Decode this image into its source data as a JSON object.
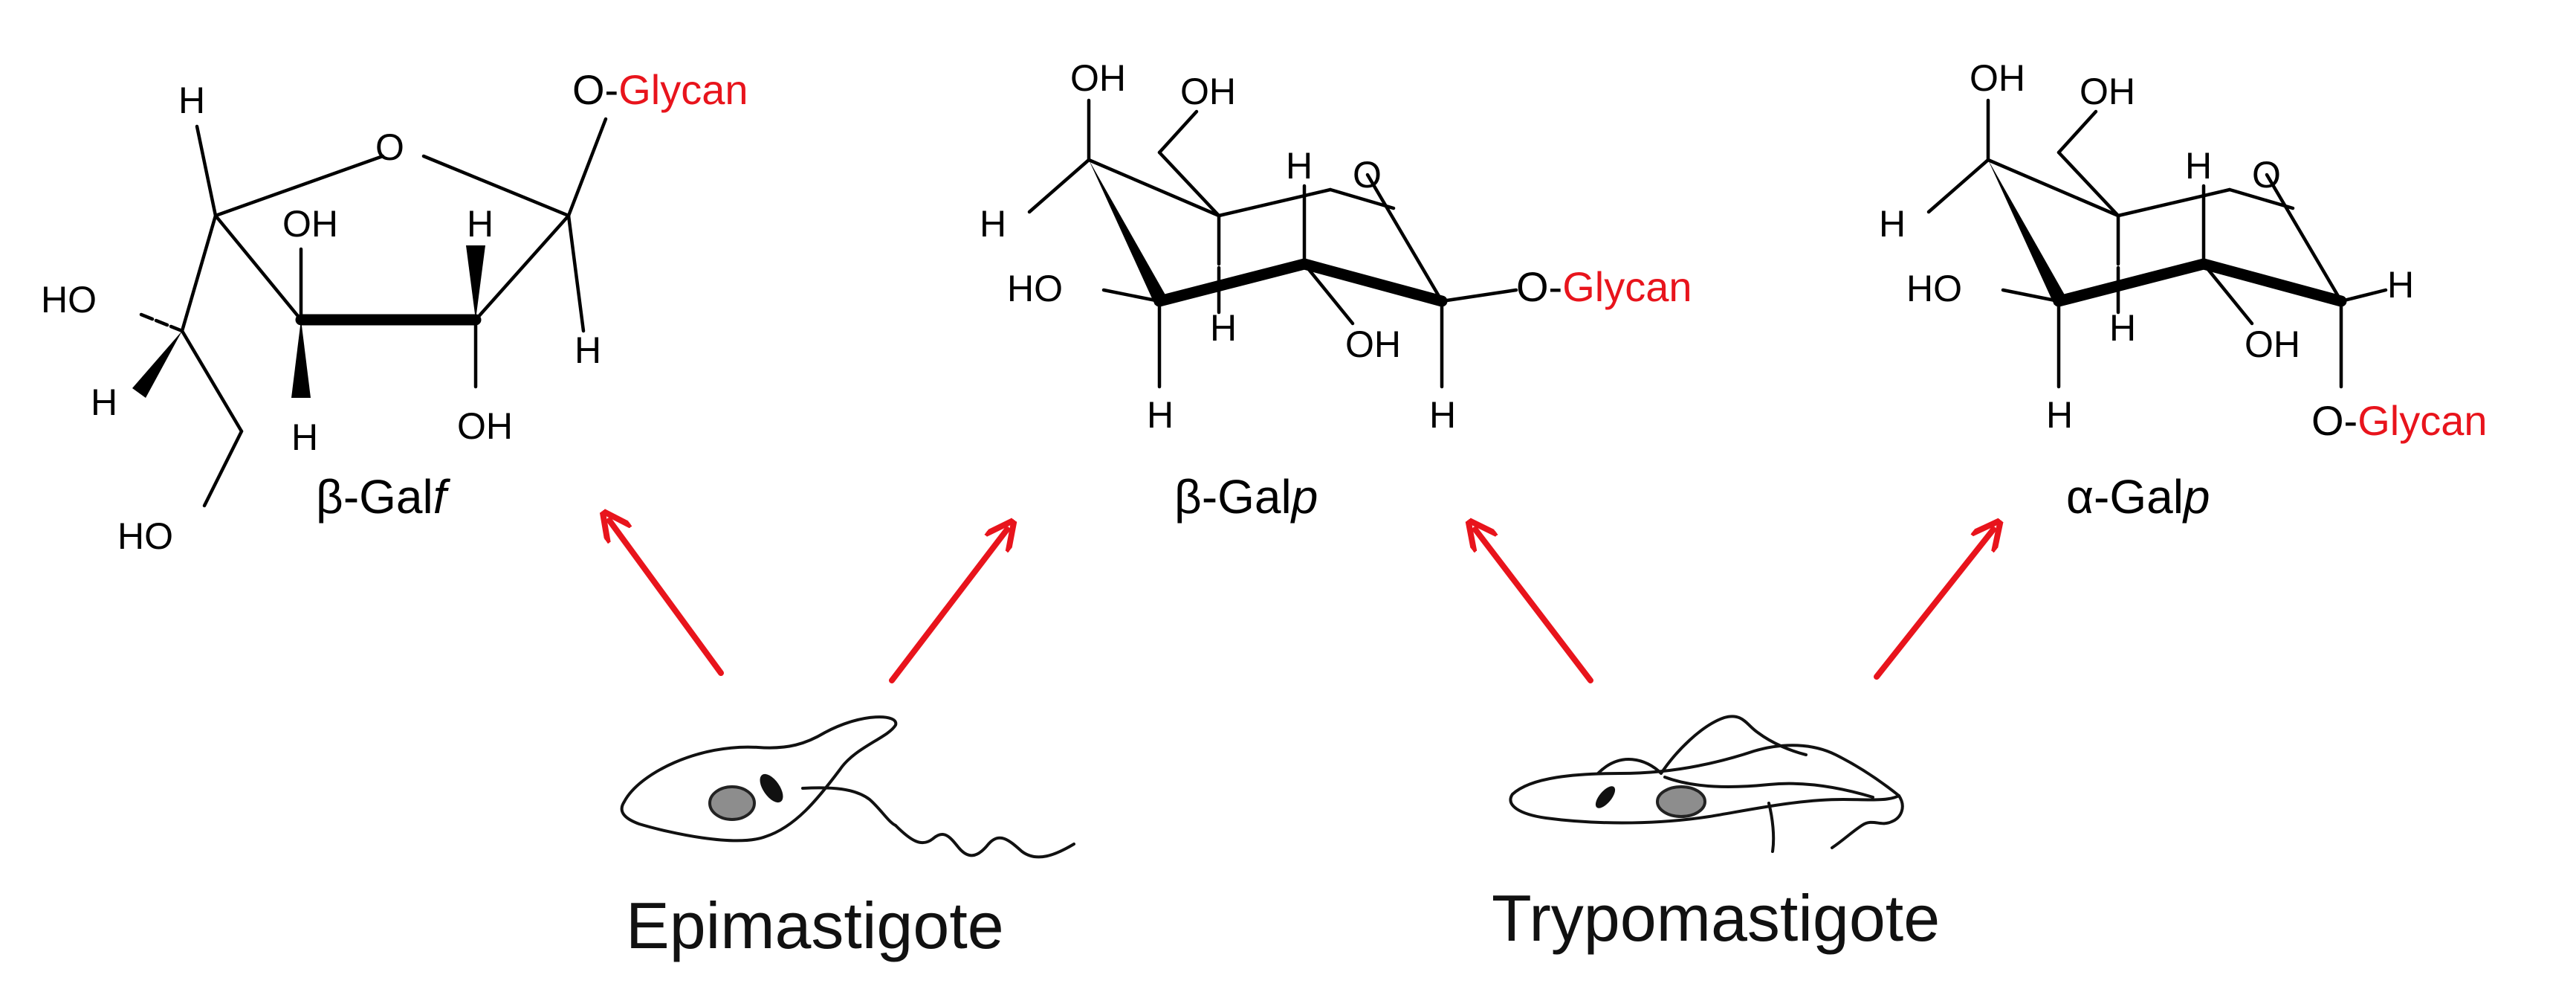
{
  "colors": {
    "glycan_red": "#e8141c",
    "arrow_red": "#e8141c",
    "ink": "#000000"
  },
  "atoms": {
    "H": "H",
    "O": "O",
    "OH": "OH",
    "HO": "HO",
    "O_prefix": "O-"
  },
  "glycan_label": "Glycan",
  "structures": [
    {
      "name_prefix": "β-Gal",
      "name_suffix": "f"
    },
    {
      "name_prefix": "β-Gal",
      "name_suffix": "p"
    },
    {
      "name_prefix": "α-Gal",
      "name_suffix": "p"
    }
  ],
  "stages": [
    {
      "label": "Epimastigote"
    },
    {
      "label": "Trypomastigote"
    }
  ]
}
